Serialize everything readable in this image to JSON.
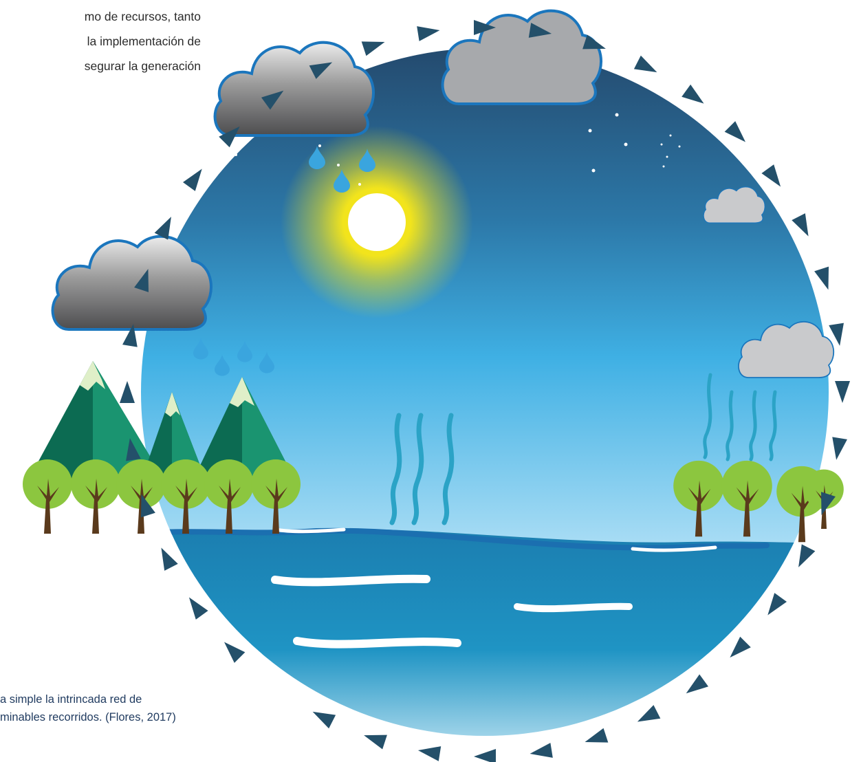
{
  "body_text": {
    "lines": [
      "mo de recursos, tanto",
      "la implementación de",
      "segurar la generación"
    ]
  },
  "caption": {
    "lines": [
      "a simple la intrincada red de",
      "minables recorridos. (Flores, 2017)"
    ]
  },
  "colors": {
    "arrow": "#24506a",
    "sky_top": "#244a6e",
    "sky_mid": "#3fb0e4",
    "sky_low": "#bfe6f8",
    "water": "#1e88b8",
    "cloud_outline": "#1b76bd",
    "sun": "#ffffff",
    "sun_glow": "#f2e41c",
    "mountain_dark": "#0c6b52",
    "mountain_light": "#1a9470",
    "snow": "#dfefc8",
    "tree_leaf": "#8cc63f",
    "trunk": "#5a3a1c",
    "drop": "#3aa5de",
    "vapor": "#2ba3c6"
  },
  "icons": [
    "cycle-arrow-icon",
    "cloud-icon",
    "raindrop-icon",
    "sun-icon",
    "mountain-icon",
    "tree-icon",
    "vapor-icon",
    "star-icon"
  ]
}
